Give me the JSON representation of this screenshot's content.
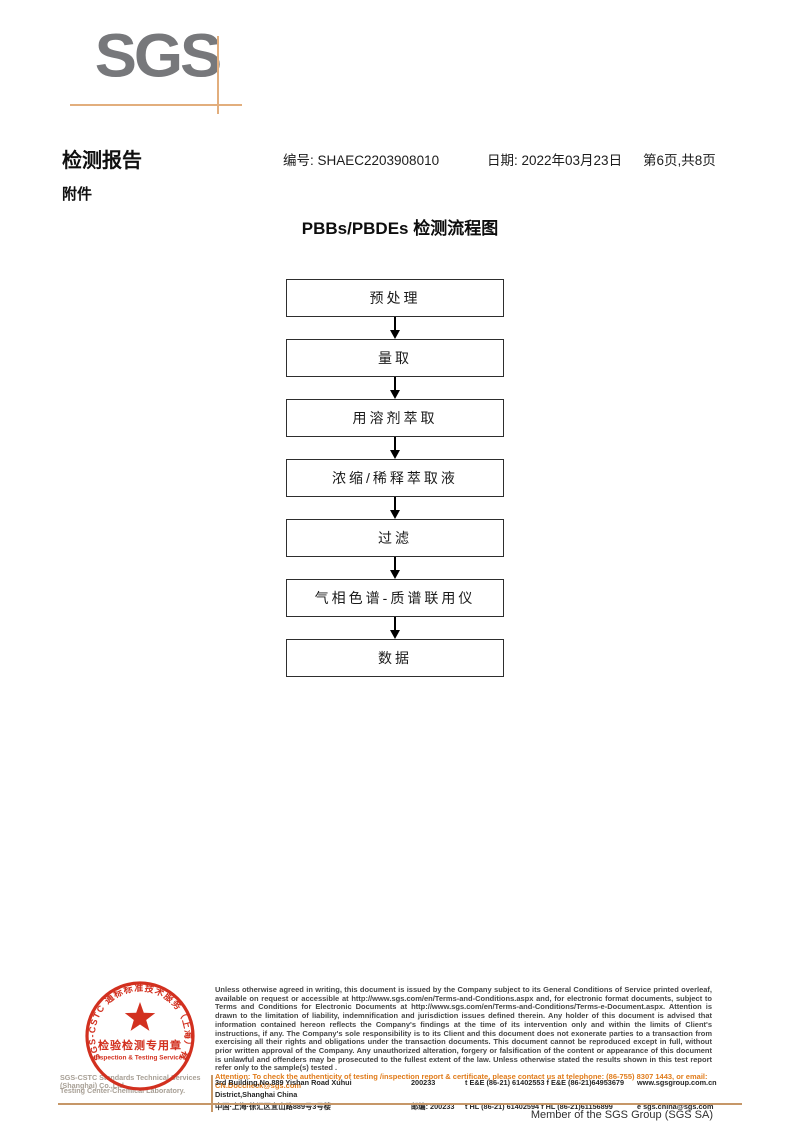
{
  "logo": {
    "text": "SGS"
  },
  "header": {
    "report_title": "检测报告",
    "report_no": "编号: SHAEC2203908010",
    "date": "日期: 2022年03月23日",
    "pages": "第6页,共8页",
    "attachment": "附件"
  },
  "flowchart": {
    "title": "PBBs/PBDEs 检测流程图",
    "steps": [
      "预处理",
      "量取",
      "用溶剂萃取",
      "浓缩/稀释萃取液",
      "过滤",
      "气相色谱-质谱联用仪",
      "数据"
    ]
  },
  "stamp": {
    "arc_text": "SGS-CSTC 通标标准技术服务（上海）有限公司",
    "seal_cn": "检验检测专用章",
    "seal_en": "Inspection & Testing Services",
    "company": "SGS-CSTC Standards Technical Services (Shanghai) Co.,Ltd.",
    "department": "Testing Center-Chemical Laboratory."
  },
  "footer": {
    "legal": "Unless otherwise agreed in writing, this document is issued by the Company subject to its General Conditions of Service printed overleaf, available on request or accessible at http://www.sgs.com/en/Terms-and-Conditions.aspx and, for electronic format documents, subject to Terms and Conditions for Electronic Documents at http://www.sgs.com/en/Terms-and-Conditions/Terms-e-Document.aspx. Attention is drawn to the limitation of liability, indemnification and jurisdiction issues defined therein. Any holder of this document is advised that information contained hereon reflects the Company's findings at the time of its intervention only and within the limits of Client's instructions, if any. The Company's sole responsibility is to its Client and this document does not exonerate parties to a transaction from exercising all their rights and obligations under the transaction documents. This document cannot be reproduced except in full, without prior written approval of the Company. Any unauthorized alteration, forgery or falsification of the content or appearance of this document is unlawful and offenders may be prosecuted to the fullest extent of the law. Unless otherwise stated the results shown in this test report refer only to the sample(s) tested .",
    "attention": "Attention: To check the authenticity of testing /inspection report & certificate, please contact us at telephone: (86-755) 8307 1443, or email: CN.Doccheck@sgs.com",
    "address_en": "3rd Building,No.889 Yishan Road Xuhui District,Shanghai China",
    "zip_en": "200233",
    "phones_en": "t E&E (86-21) 61402553   f E&E (86-21)64953679",
    "web": "www.sgsgroup.com.cn",
    "address_cn": "中国·上海·徐汇区宜山路889号3号楼",
    "zip_cn": "邮编: 200233",
    "phones_cn": "t HL (86-21) 61402594   f HL (86-21)61156899",
    "email": "e  sgs.china@sgs.com",
    "member": "Member of the SGS Group (SGS SA)"
  }
}
